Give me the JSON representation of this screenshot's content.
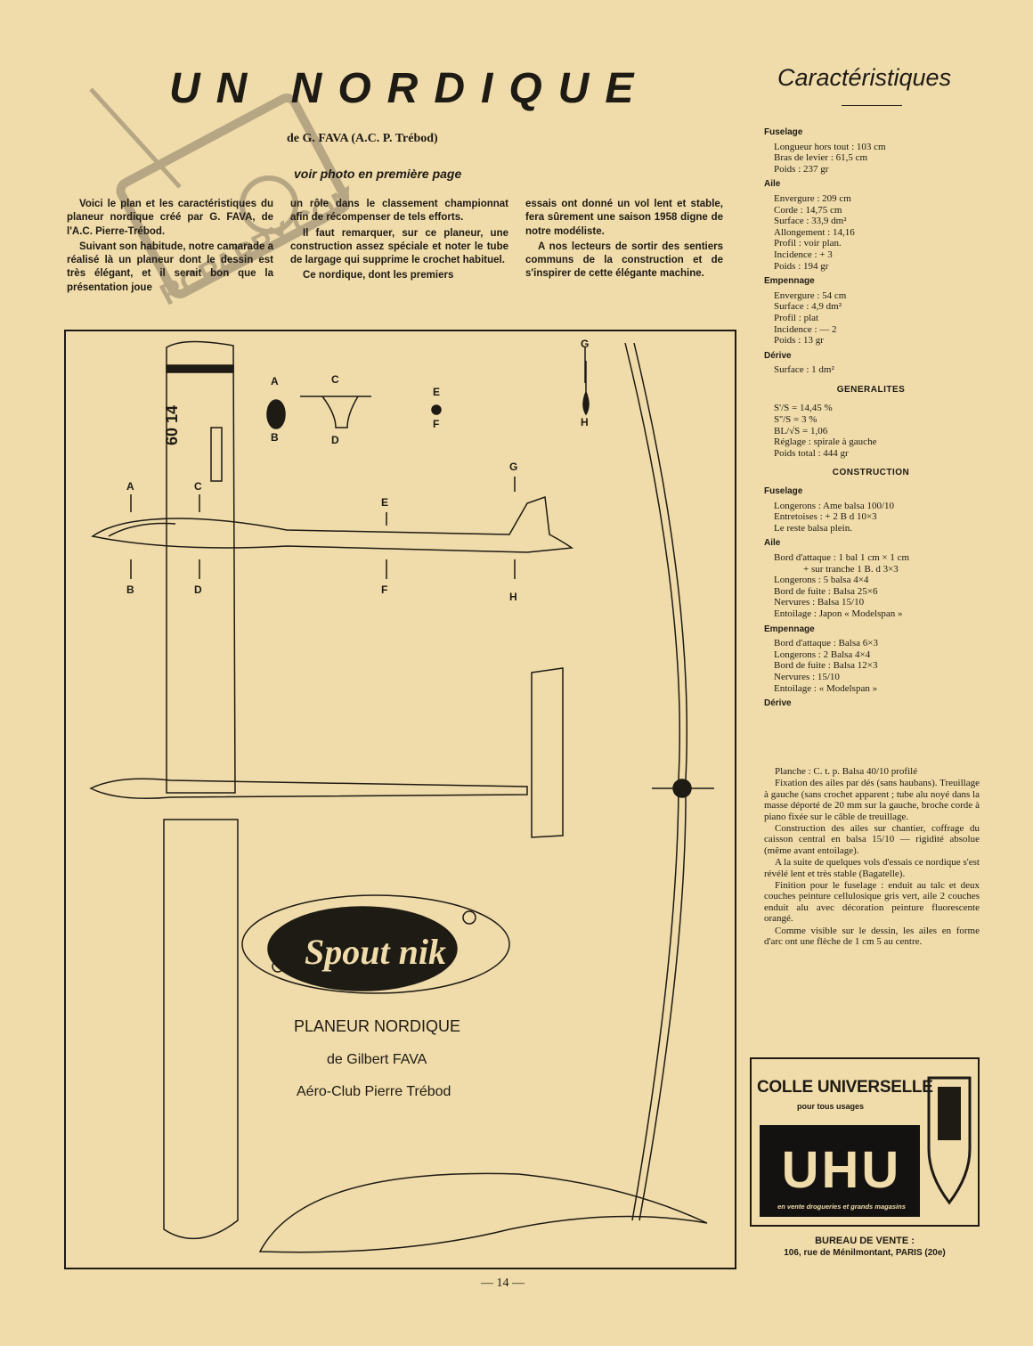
{
  "article": {
    "title": "UN NORDIQUE",
    "byline": "de G. FAVA (A.C. P. Trébod)",
    "photo_note": "voir photo en première page",
    "col1": [
      "Voici le plan et les caractéristiques du planeur nordique créé par G. FAVA, de l'A.C. Pierre-Trébod.",
      "Suivant son habitude, notre camarade a réalisé là un planeur dont le dessin est très élégant, et il serait bon que la présentation joue"
    ],
    "col2": [
      "un rôle dans le classement championnat afin de récompenser de tels efforts.",
      "Il faut remarquer, sur ce planeur, une construction assez spéciale et noter le tube de largage qui supprime le crochet habituel.",
      "Ce nordique, dont les premiers"
    ],
    "col3": [
      "essais ont donné un vol lent et stable, fera sûrement une saison 1958 digne de notre modéliste.",
      "A nos lecteurs de sortir des sentiers communs de la construction et de s'inspirer de cette élégante machine."
    ]
  },
  "specs": {
    "heading": "Caractéristiques",
    "fuselage_h": "Fuselage",
    "fuselage": [
      "Longueur hors tout : 103 cm",
      "Bras de levier : 61,5 cm",
      "Poids : 237 gr"
    ],
    "aile_h": "Aile",
    "aile": [
      "Envergure : 209 cm",
      "Corde : 14,75 cm",
      "Surface : 33,9 dm²",
      "Allongement : 14,16",
      "Profil : voir plan.",
      "Incidence : + 3",
      "Poids : 194 gr"
    ],
    "empennage_h": "Empennage",
    "empennage": [
      "Envergure : 54 cm",
      "Surface : 4,9 dm²",
      "Profil : plat",
      "Incidence : — 2",
      "Poids : 13 gr"
    ],
    "derive_h": "Dérive",
    "derive": [
      "Surface : 1 dm²"
    ],
    "generalites_h": "GENERALITES",
    "generalites": [
      "S'/S = 14,45 %",
      "S''/S = 3 %",
      "BL/√S = 1,06",
      "Réglage : spirale à gauche",
      "Poids total : 444 gr"
    ],
    "construction_h": "CONSTRUCTION",
    "c_fuselage_h": "Fuselage",
    "c_fuselage": [
      "Longerons : Ame balsa 100/10",
      "Entretoises : + 2 B d 10×3",
      "Le reste balsa plein."
    ],
    "c_aile_h": "Aile",
    "c_aile_1": "Bord d'attaque : 1 bal 1 cm × 1 cm",
    "c_aile_1b": "+ sur tranche 1 B. d 3×3",
    "c_aile": [
      "Longerons : 5 balsa 4×4",
      "Bord de fuite : Balsa 25×6",
      "Nervures : Balsa 15/10",
      "Entoilage : Japon « Modelspan »"
    ],
    "c_empennage_h": "Empennage",
    "c_empennage": [
      "Bord d'attaque : Balsa 6×3",
      "Longerons : 2 Balsa 4×4",
      "Bord de fuite : Balsa 12×3",
      "Nervures : 15/10",
      "Entoilage : « Modelspan »"
    ],
    "c_derive_h": "Dérive",
    "c_derive": [
      "Planche : C. t. p. Balsa 40/10 profilé",
      "Fixation des ailes par dés (sans haubans). Treuillage à gauche (sans crochet apparent ; tube alu noyé dans la masse déporté de 20 mm sur la gauche, broche corde à piano fixée sur le câble de treuillage.",
      "Construction des ailes sur chantier, coffrage du caisson central en balsa 15/10 — rigidité absolue (même avant entoilage).",
      "A la suite de quelques vols d'essais ce nordique s'est révélé lent et très stable (Bagatelle).",
      "Finition pour le fuselage : enduit au talc et deux couches peinture cellulosique gris vert, aile 2 couches enduit alu avec décoration peinture fluorescente orangé.",
      "Comme visible sur le dessin, les ailes en forme d'arc ont une flèche de 1 cm 5 au centre."
    ]
  },
  "plan": {
    "wing_label": "60 14",
    "section_labels": [
      "A",
      "B",
      "C",
      "D",
      "E",
      "F",
      "G",
      "H"
    ],
    "logo_text": "Spout nik",
    "caption_1": "PLANEUR NORDIQUE",
    "caption_2": "de Gilbert FAVA",
    "caption_3": "Aéro-Club Pierre Trébod"
  },
  "ad": {
    "headline": "COLLE UNIVERSELLE",
    "sub": "pour tous usages",
    "brand": "UHU",
    "tag": "en vente drogueries et grands magasins",
    "bureau": "BUREAU DE VENTE :",
    "address": "106, rue de Ménilmontant, PARIS (20e)"
  },
  "watermark": "RCPAPPY.COM",
  "page_number": "— 14 —"
}
